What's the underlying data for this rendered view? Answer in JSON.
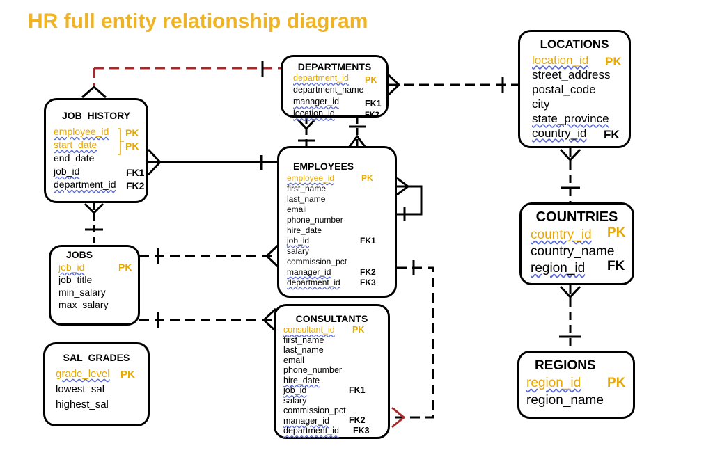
{
  "title": "HR full entity relationship diagram",
  "entities": {
    "departments": {
      "name": "DEPARTMENTS",
      "attributes": [
        "department_id",
        "department_name",
        "manager_id",
        "location_id"
      ],
      "keys": [
        "PK",
        "FK1",
        "FK2"
      ]
    },
    "locations": {
      "name": "LOCATIONS",
      "attributes": [
        "location_id",
        "street_address",
        "postal_code",
        "city",
        "state_province",
        "country_id"
      ],
      "keys": [
        "PK",
        "FK"
      ]
    },
    "job_history": {
      "name": "JOB_HISTORY",
      "attributes": [
        "employee_id",
        "start_date",
        "end_date",
        "job_id",
        "department_id"
      ],
      "keys": [
        "PK",
        "PK",
        "FK1",
        "FK2"
      ]
    },
    "employees": {
      "name": "EMPLOYEES",
      "attributes": [
        "employee_id",
        "first_name",
        "last_name",
        "email",
        "phone_number",
        "hire_date",
        "job_id",
        "salary",
        "commission_pct",
        "manager_id",
        "department_id"
      ],
      "keys": [
        "PK",
        "FK1",
        "FK2",
        "FK3"
      ]
    },
    "countries": {
      "name": "COUNTRIES",
      "attributes": [
        "country_id",
        "country_name",
        "region_id"
      ],
      "keys": [
        "PK",
        "FK"
      ]
    },
    "jobs": {
      "name": "JOBS",
      "attributes": [
        "job_id",
        "job_title",
        "min_salary",
        "max_salary"
      ],
      "keys": [
        "PK"
      ]
    },
    "consultants": {
      "name": "CONSULTANTS",
      "attributes": [
        "consultant_id",
        "first_name",
        "last_name",
        "email",
        "phone_number",
        "hire_date",
        "job_id",
        "salary",
        "commission_pct",
        "manager_id",
        "department_id"
      ],
      "keys": [
        "PK",
        "FK1",
        "FK2",
        "FK3"
      ]
    },
    "sal_grades": {
      "name": "SAL_GRADES",
      "attributes": [
        "grade_level",
        "lowest_sal",
        "highest_sal"
      ],
      "keys": [
        "PK"
      ]
    },
    "regions": {
      "name": "REGIONS",
      "attributes": [
        "region_id",
        "region_name"
      ],
      "keys": [
        "PK"
      ]
    }
  },
  "colors": {
    "title": "#f0b323",
    "primary_key": "#e8a800",
    "line": "#000000",
    "highlight_line": "#a52a2a"
  }
}
